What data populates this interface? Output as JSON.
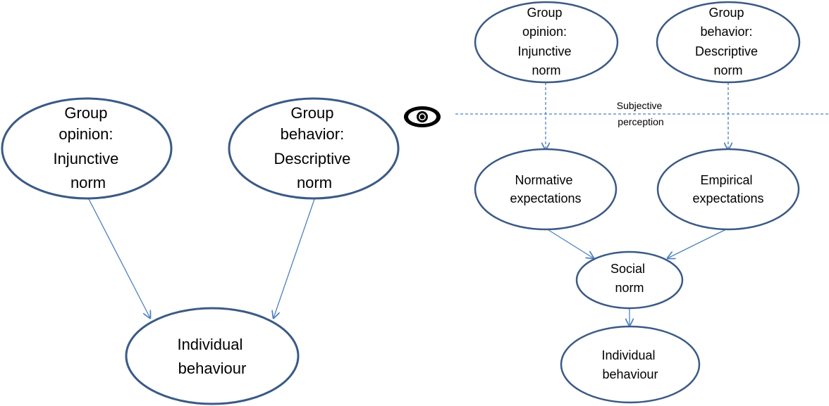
{
  "left_diagram": {
    "nodes": {
      "injunctive": [
        "Group",
        "opinion:",
        "Injunctive",
        "norm"
      ],
      "descriptive": [
        "Group",
        "behavior:",
        "Descriptive",
        "norm"
      ],
      "individual": [
        "Individual",
        "behaviour"
      ]
    }
  },
  "right_diagram": {
    "nodes": {
      "injunctive": [
        "Group",
        "opinion:",
        "Injunctive",
        "norm"
      ],
      "descriptive": [
        "Group",
        "behavior:",
        "Descriptive",
        "norm"
      ],
      "normative": [
        "Normative",
        "expectations"
      ],
      "empirical": [
        "Empirical",
        "expectations"
      ],
      "social_norm": [
        "Social",
        "norm"
      ],
      "individual": [
        "Individual",
        "behaviour"
      ]
    },
    "perception_label": [
      "Subjective",
      "perception"
    ]
  },
  "icons": {
    "eye": "eye-icon"
  },
  "colors": {
    "node_stroke": "#3b5a85",
    "edge": "#4f81bd"
  }
}
